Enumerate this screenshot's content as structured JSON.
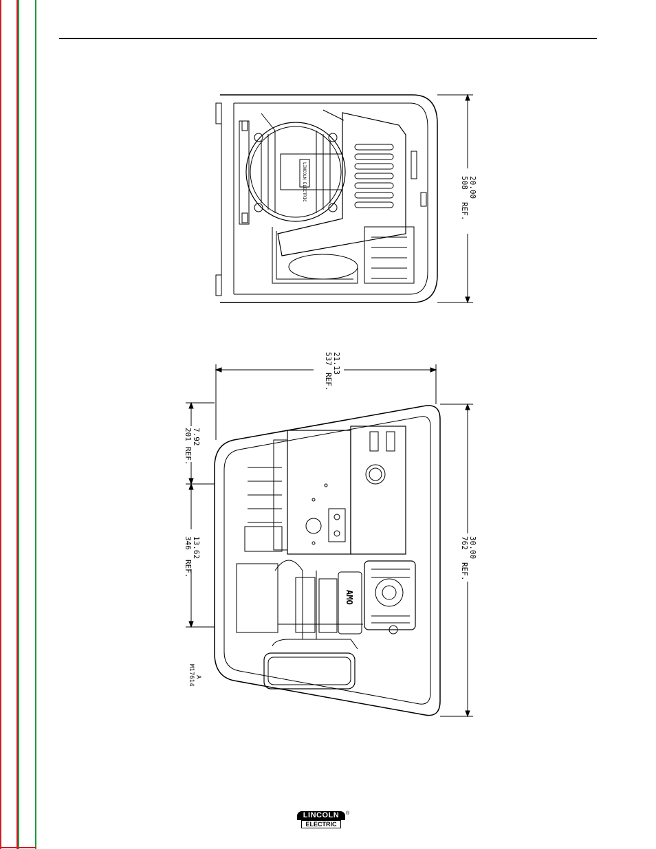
{
  "top_view": {
    "height_dim": "20.00",
    "height_mm": "508",
    "ref": "REF.",
    "nameplate": "LINCOLN ELECTRIC"
  },
  "side_view": {
    "width_dim": "21.13",
    "width_mm": "537",
    "length_dim": "30.00",
    "length_mm": "762",
    "upper_dim": "7.92",
    "upper_mm": "201",
    "lower_dim": "13.62",
    "lower_mm": "346",
    "ref": "REF.",
    "engine_brand": "AMO",
    "drawing_id": "M17614",
    "revision": "A"
  },
  "logo": {
    "top": "LINCOLN",
    "bottom": "ELECTRIC",
    "mark": "®"
  }
}
